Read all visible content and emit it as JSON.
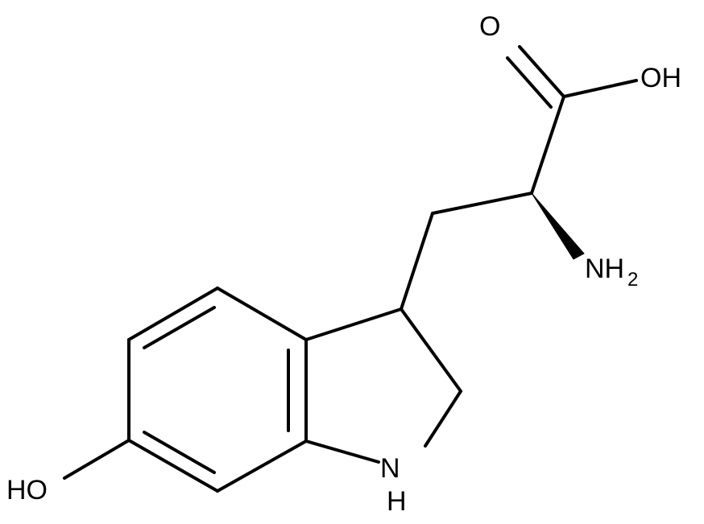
{
  "molecule": {
    "labels": {
      "carbonyl_oxygen": "O",
      "hydroxyl_acid": "OH",
      "amine_n": "NH",
      "amine_sub": "2",
      "ring_nh_n": "N",
      "ring_nh_h": "H",
      "phenol_oh": "HO"
    }
  },
  "colors": {
    "bond": "#000000",
    "background": "#ffffff"
  }
}
